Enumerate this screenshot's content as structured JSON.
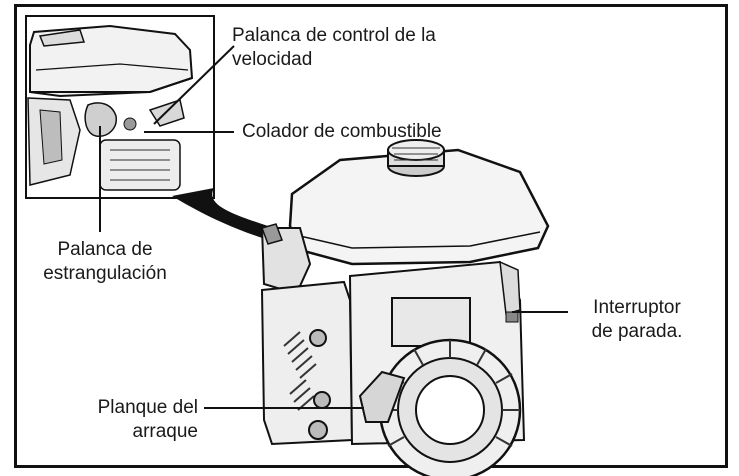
{
  "labels": {
    "speed_lever_line1": "Palanca de control de la",
    "speed_lever_line2": "velocidad",
    "fuel_strainer": "Colador de combustible",
    "choke_line1": "Palanca de",
    "choke_line2": "estrangulación",
    "stop_switch_line1": "Interruptor",
    "stop_switch_line2": "de parada.",
    "starter_line1": "Planque del",
    "starter_line2": "arraque"
  },
  "colors": {
    "frame": "#111111",
    "ink": "#1a1a1a",
    "background": "#ffffff"
  }
}
